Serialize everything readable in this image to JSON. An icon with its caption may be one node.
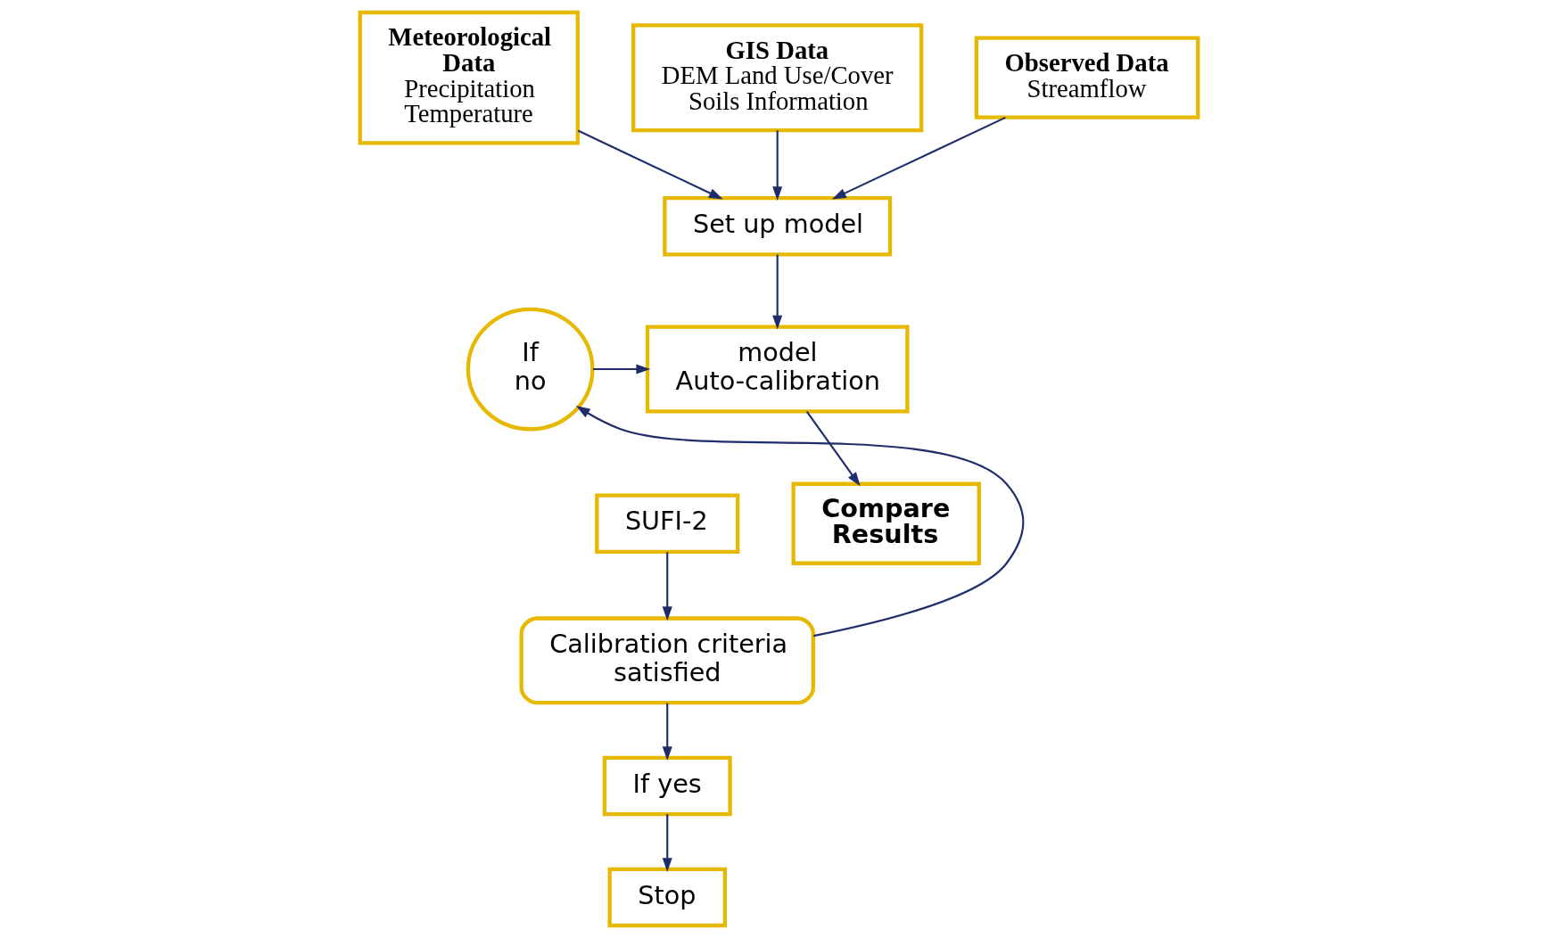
{
  "diagram": {
    "nodes": [
      {
        "text": [
          "Meteorological Data",
          "Precipitation Temperature"
        ]
      },
      {
        "text": [
          "GIS Data",
          "DEM Land Use/Cover Soils Information"
        ]
      },
      {
        "text": [
          "Observed Data",
          "Streamflow"
        ]
      },
      {
        "text": [
          "Set up model"
        ]
      },
      {
        "text": [
          "model Auto-calibration"
        ]
      },
      {
        "text": [
          "SUFI-2"
        ]
      },
      {
        "text": [
          "If no"
        ]
      },
      {
        "text": [
          "Calibration criteria satisfied"
        ]
      },
      {
        "text": [
          "Stop"
        ]
      },
      {
        "text": [
          "If yes"
        ]
      },
      {
        "text": [
          "Compare Results"
        ]
      }
    ],
    "edges": [
      {
        "from": 0,
        "to": 3,
        "arrow": "to"
      },
      {
        "from": 1,
        "to": 3,
        "arrow": "to"
      },
      {
        "from": 2,
        "to": 3,
        "arrow": "to"
      },
      {
        "from": 3,
        "to": 4,
        "arrow": "to"
      },
      {
        "from": 6,
        "to": 4,
        "arrow": "to"
      },
      {
        "from": 4,
        "to": 10,
        "arrow": "to"
      },
      {
        "from": 5,
        "to": 7,
        "arrow": "to"
      },
      {
        "from": 7,
        "to": 6,
        "arrow": "to"
      },
      {
        "from": 7,
        "to": 9,
        "arrow": "to"
      },
      {
        "from": 9,
        "to": 8,
        "arrow": "to"
      }
    ]
  }
}
